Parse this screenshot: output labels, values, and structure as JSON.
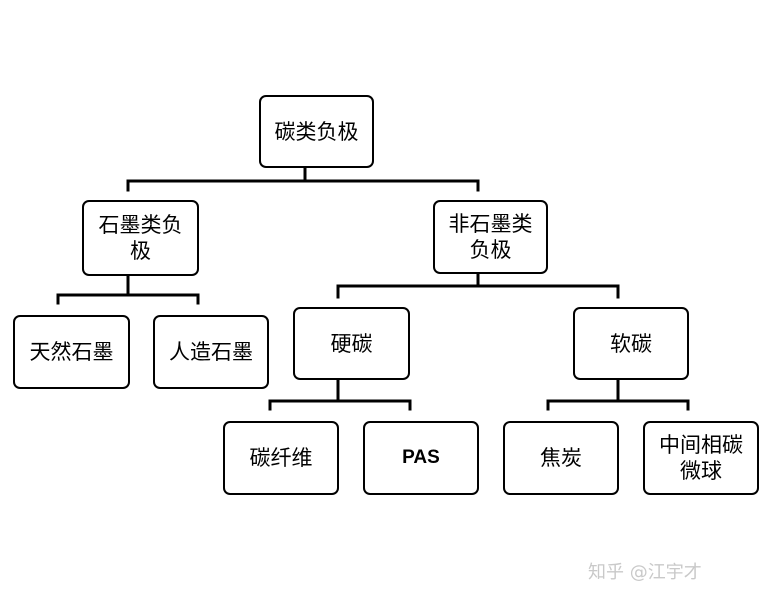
{
  "diagram": {
    "root": "碳类负极",
    "graphite_anode": "石墨类负极",
    "natural_graphite": "天然石墨",
    "artificial_graphite": "人造石墨",
    "non_graphite_anode": "非石墨类负极",
    "hard_carbon": "硬碳",
    "carbon_fiber": "碳纤维",
    "pas": "PAS",
    "soft_carbon": "软碳",
    "coke": "焦炭",
    "mcmb": "中间相碳微球"
  },
  "watermark": "知乎 @江宇才",
  "colors": {
    "line": "#000000",
    "box_border": "#000000",
    "watermark": "#c9c9c9"
  }
}
